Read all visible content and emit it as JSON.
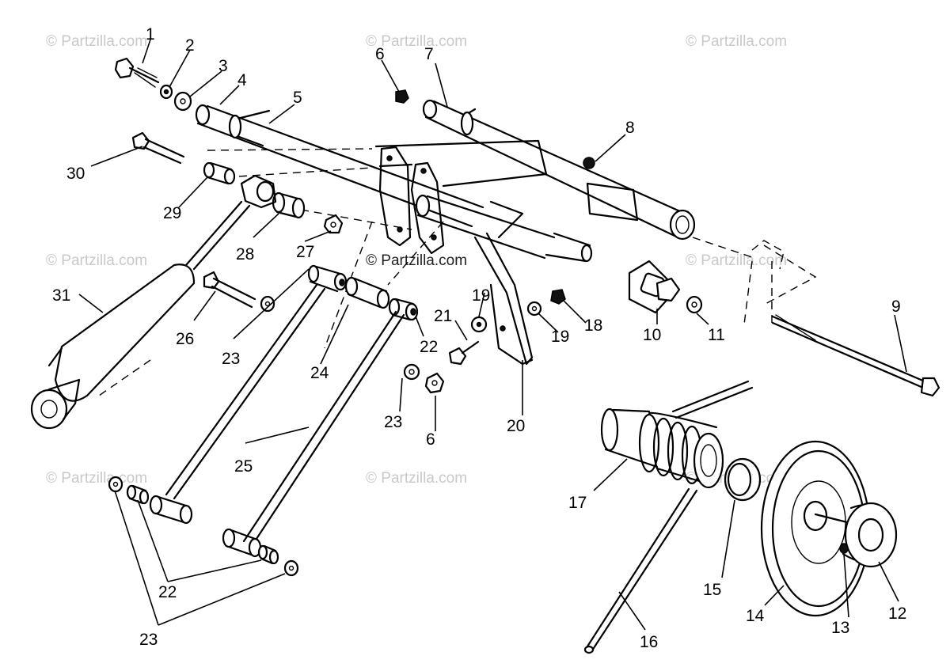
{
  "watermark": {
    "text": "© Partzilla.com",
    "color": "#c9c9c9"
  },
  "callouts": {
    "c1": "1",
    "c2": "2",
    "c3": "3",
    "c4": "4",
    "c5": "5",
    "c6a": "6",
    "c6b": "6",
    "c7": "7",
    "c8": "8",
    "c9": "9",
    "c10": "10",
    "c11": "11",
    "c12": "12",
    "c13": "13",
    "c14": "14",
    "c15": "15",
    "c16": "16",
    "c17": "17",
    "c18": "18",
    "c19a": "19",
    "c19b": "19",
    "c20": "20",
    "c21": "21",
    "c22a": "22",
    "c22b": "22",
    "c23a": "23",
    "c23b": "23",
    "c23c": "23",
    "c24": "24",
    "c25": "25",
    "c26": "26",
    "c27": "27",
    "c28": "28",
    "c29": "29",
    "c30": "30",
    "c31": "31"
  }
}
